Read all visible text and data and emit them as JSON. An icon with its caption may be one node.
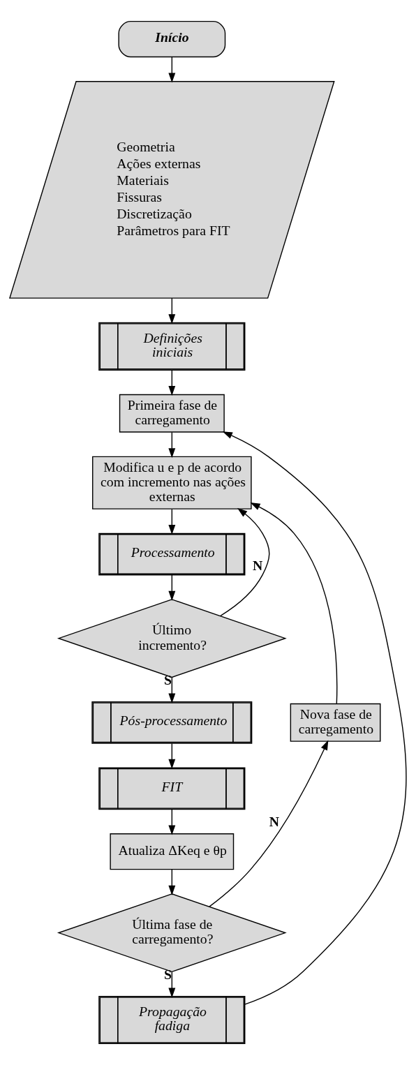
{
  "diagram": {
    "nodes": [
      {
        "text": [
          "Início"
        ]
      },
      {
        "text": [
          "Geometria",
          "Ações externas",
          "Materiais",
          "Fissuras",
          "Discretização",
          "Parâmetros para FIT"
        ]
      },
      {
        "text": [
          "Definições iniciais"
        ]
      },
      {
        "text": [
          "Primeira fase de carregamento"
        ]
      },
      {
        "text": [
          "Modifica u e p de acordo com incremento nas ações externas"
        ]
      },
      {
        "text": [
          "Processamento"
        ]
      },
      {
        "text": [
          "Último incremento?"
        ]
      },
      {
        "text": [
          "Pós-processamento"
        ]
      },
      {
        "text": [
          "FIT"
        ]
      },
      {
        "text": [
          "Atualiza ΔKeq e θp"
        ]
      },
      {
        "text": [
          "Última fase de carregamento?"
        ]
      },
      {
        "text": [
          "Nova fase de carregamento"
        ]
      },
      {
        "text": [
          "Propagação fadiga"
        ]
      }
    ],
    "edges": [
      {
        "from": 0,
        "to": 1,
        "arrow": "to"
      },
      {
        "from": 1,
        "to": 2,
        "arrow": "to"
      },
      {
        "from": 2,
        "to": 3,
        "arrow": "to"
      },
      {
        "from": 3,
        "to": 4,
        "arrow": "to"
      },
      {
        "from": 4,
        "to": 5,
        "arrow": "to"
      },
      {
        "from": 5,
        "to": 6,
        "arrow": "to"
      },
      {
        "from": 6,
        "to": 4,
        "arrow": "to",
        "label": "N"
      },
      {
        "from": 6,
        "to": 7,
        "arrow": "to",
        "label": "S"
      },
      {
        "from": 7,
        "to": 8,
        "arrow": "to"
      },
      {
        "from": 8,
        "to": 9,
        "arrow": "to"
      },
      {
        "from": 9,
        "to": 10,
        "arrow": "to"
      },
      {
        "from": 10,
        "to": 11,
        "arrow": "to",
        "label": "N"
      },
      {
        "from": 11,
        "to": 4,
        "arrow": "to"
      },
      {
        "from": 10,
        "to": 12,
        "arrow": "to",
        "label": "S"
      },
      {
        "from": 12,
        "to": 3,
        "arrow": "to"
      }
    ]
  }
}
